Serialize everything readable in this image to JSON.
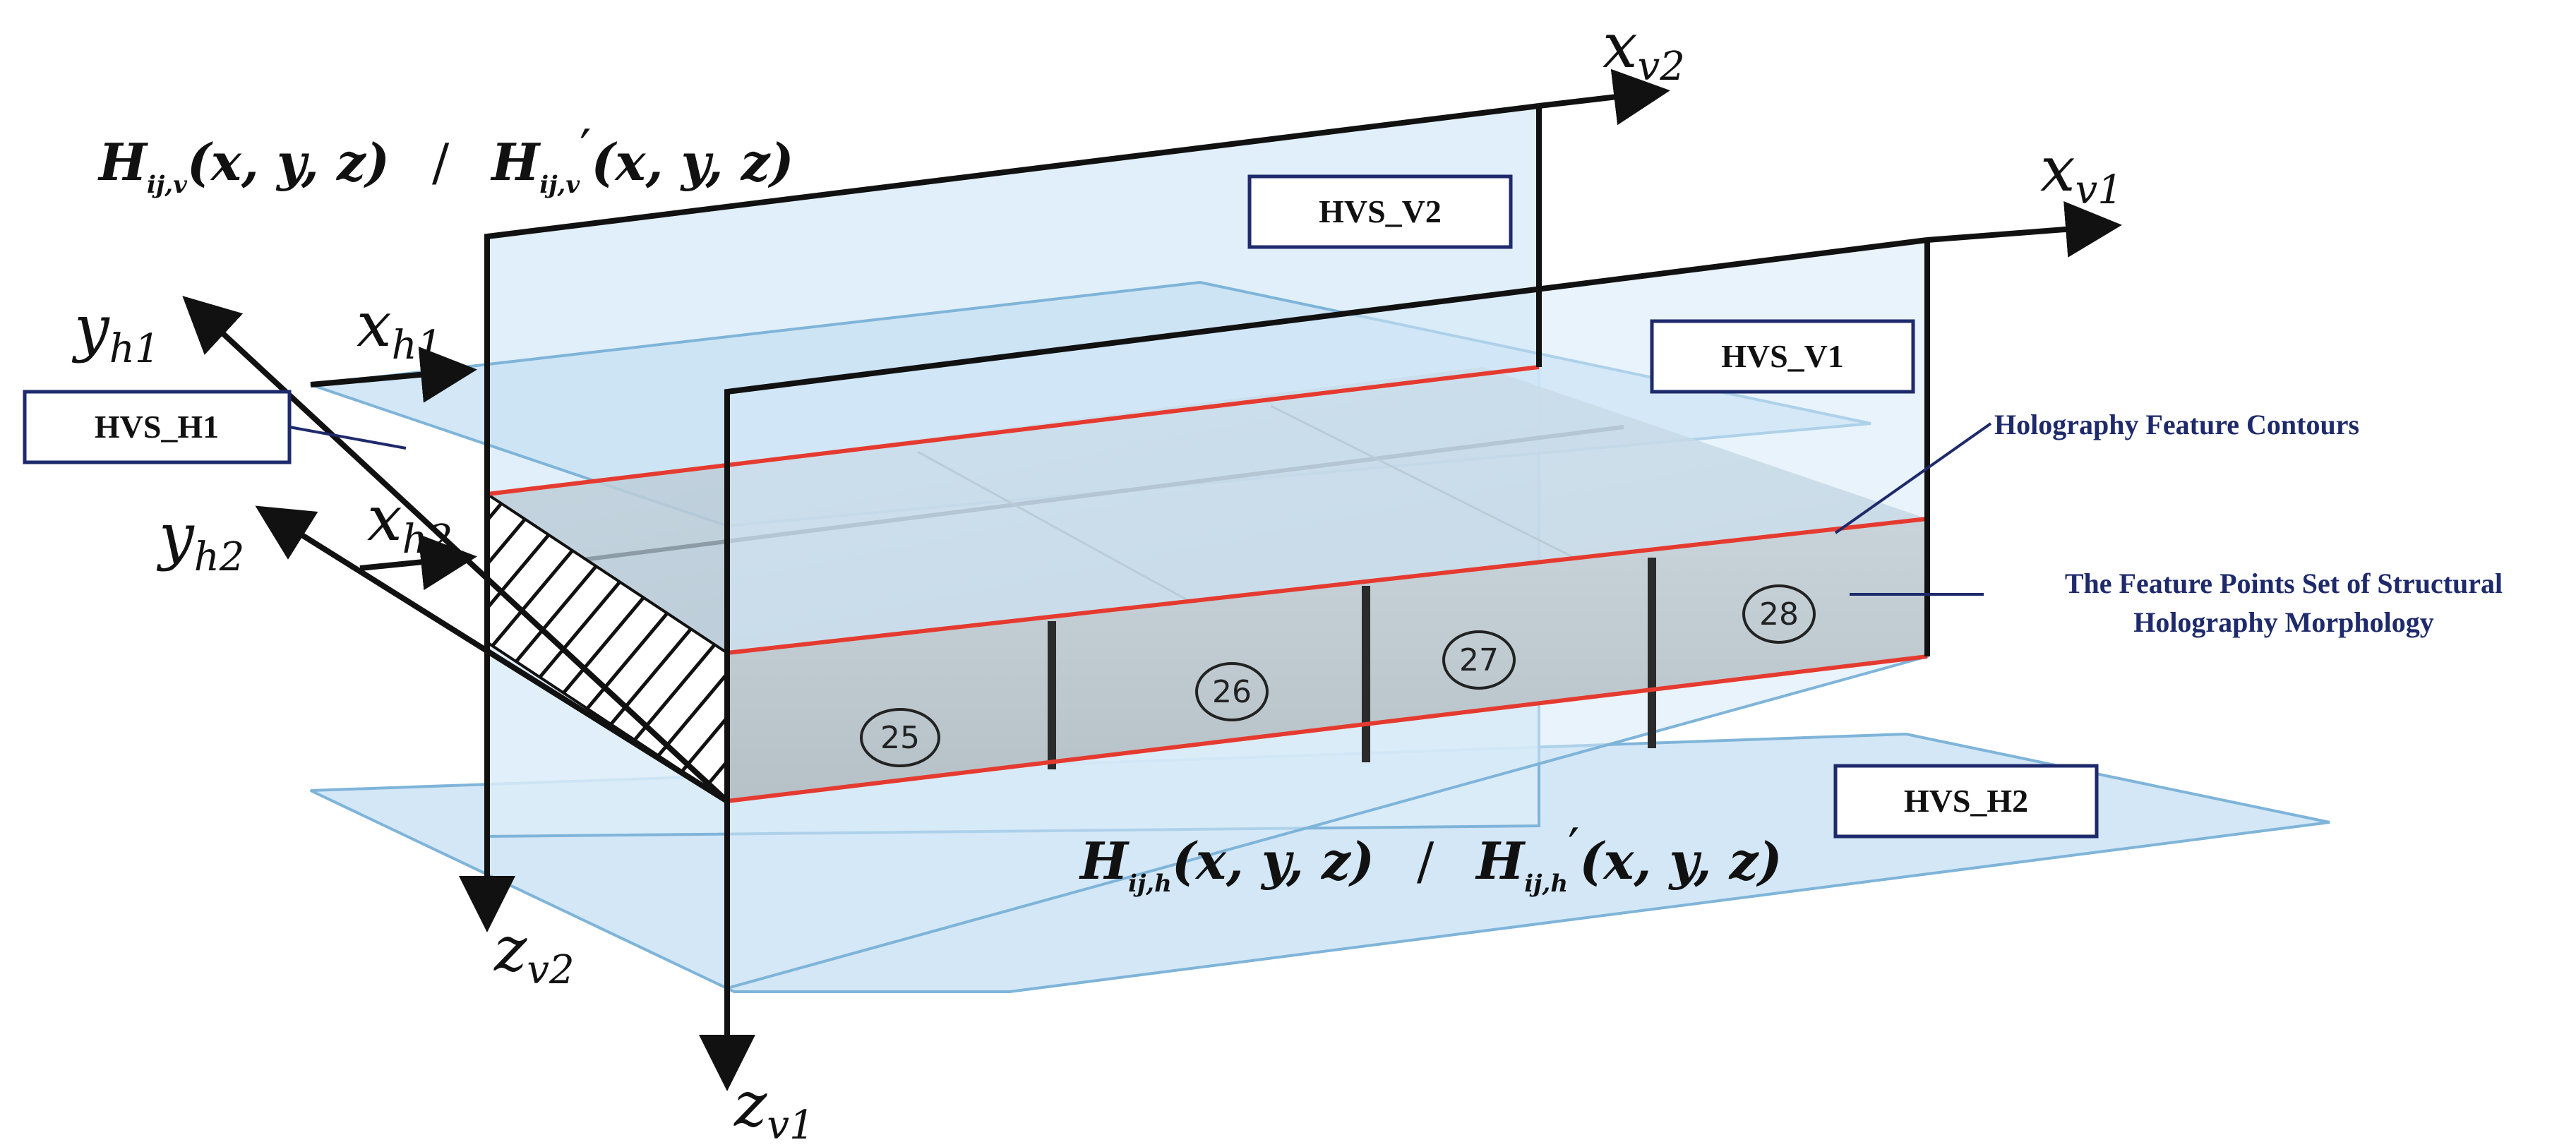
{
  "axes": {
    "x_v2": {
      "base": "x",
      "sub": "v2"
    },
    "x_v1": {
      "base": "x",
      "sub": "v1"
    },
    "y_h1": {
      "base": "y",
      "sub": "h1"
    },
    "x_h1": {
      "base": "x",
      "sub": "h1"
    },
    "y_h2": {
      "base": "y",
      "sub": "h2"
    },
    "x_h2": {
      "base": "x",
      "sub": "h2"
    },
    "z_v2": {
      "base": "z",
      "sub": "v2"
    },
    "z_v1": {
      "base": "z",
      "sub": "v1"
    }
  },
  "boxes": {
    "hvs_v2": "HVS_V2",
    "hvs_v1": "HVS_V1",
    "hvs_h1": "HVS_H1",
    "hvs_h2": "HVS_H2"
  },
  "annotations": {
    "contours": "Holography Feature Contours",
    "feature_points_line1": "The Feature Points Set of Structural",
    "feature_points_line2": "Holography Morphology"
  },
  "formulas": {
    "vertical": {
      "h1": "H",
      "sub1": "ij,v",
      "args1": "(x, y, z)",
      "sep": "/",
      "h2": "H",
      "sub2": "ij,v",
      "prime": "′",
      "args2": "(x, y, z)"
    },
    "horizontal": {
      "h1": "H",
      "sub1": "ij,h",
      "args1": "(x, y, z)",
      "sep": "/",
      "h2": "H",
      "sub2": "ij,h",
      "prime": "′",
      "args2": "(x, y, z)"
    }
  },
  "beam_marks": [
    "25",
    "26",
    "27",
    "28"
  ],
  "colors": {
    "plane_fill": "#cfe6f7",
    "plane_edge": "#7fb4d9",
    "contour_red": "#e53a2f",
    "annot_blue": "#1e2a6b",
    "concrete": "#a8aaa5"
  }
}
